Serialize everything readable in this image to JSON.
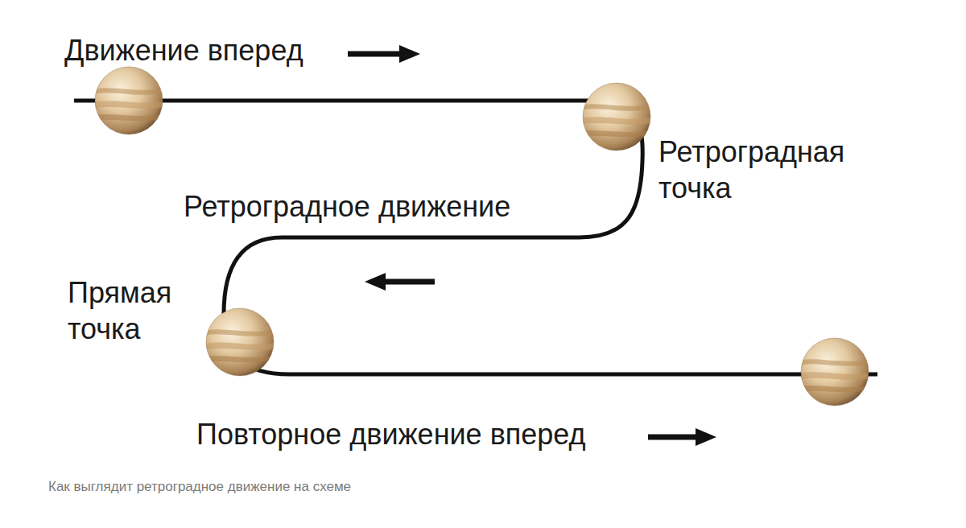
{
  "diagram": {
    "caption": "Как выглядит ретроградное движение на схеме",
    "labels": [
      "Движение вперед",
      "Ретроградная точка",
      "Ретроградное движение",
      "Прямая точка",
      "Повторное движение вперед"
    ]
  }
}
